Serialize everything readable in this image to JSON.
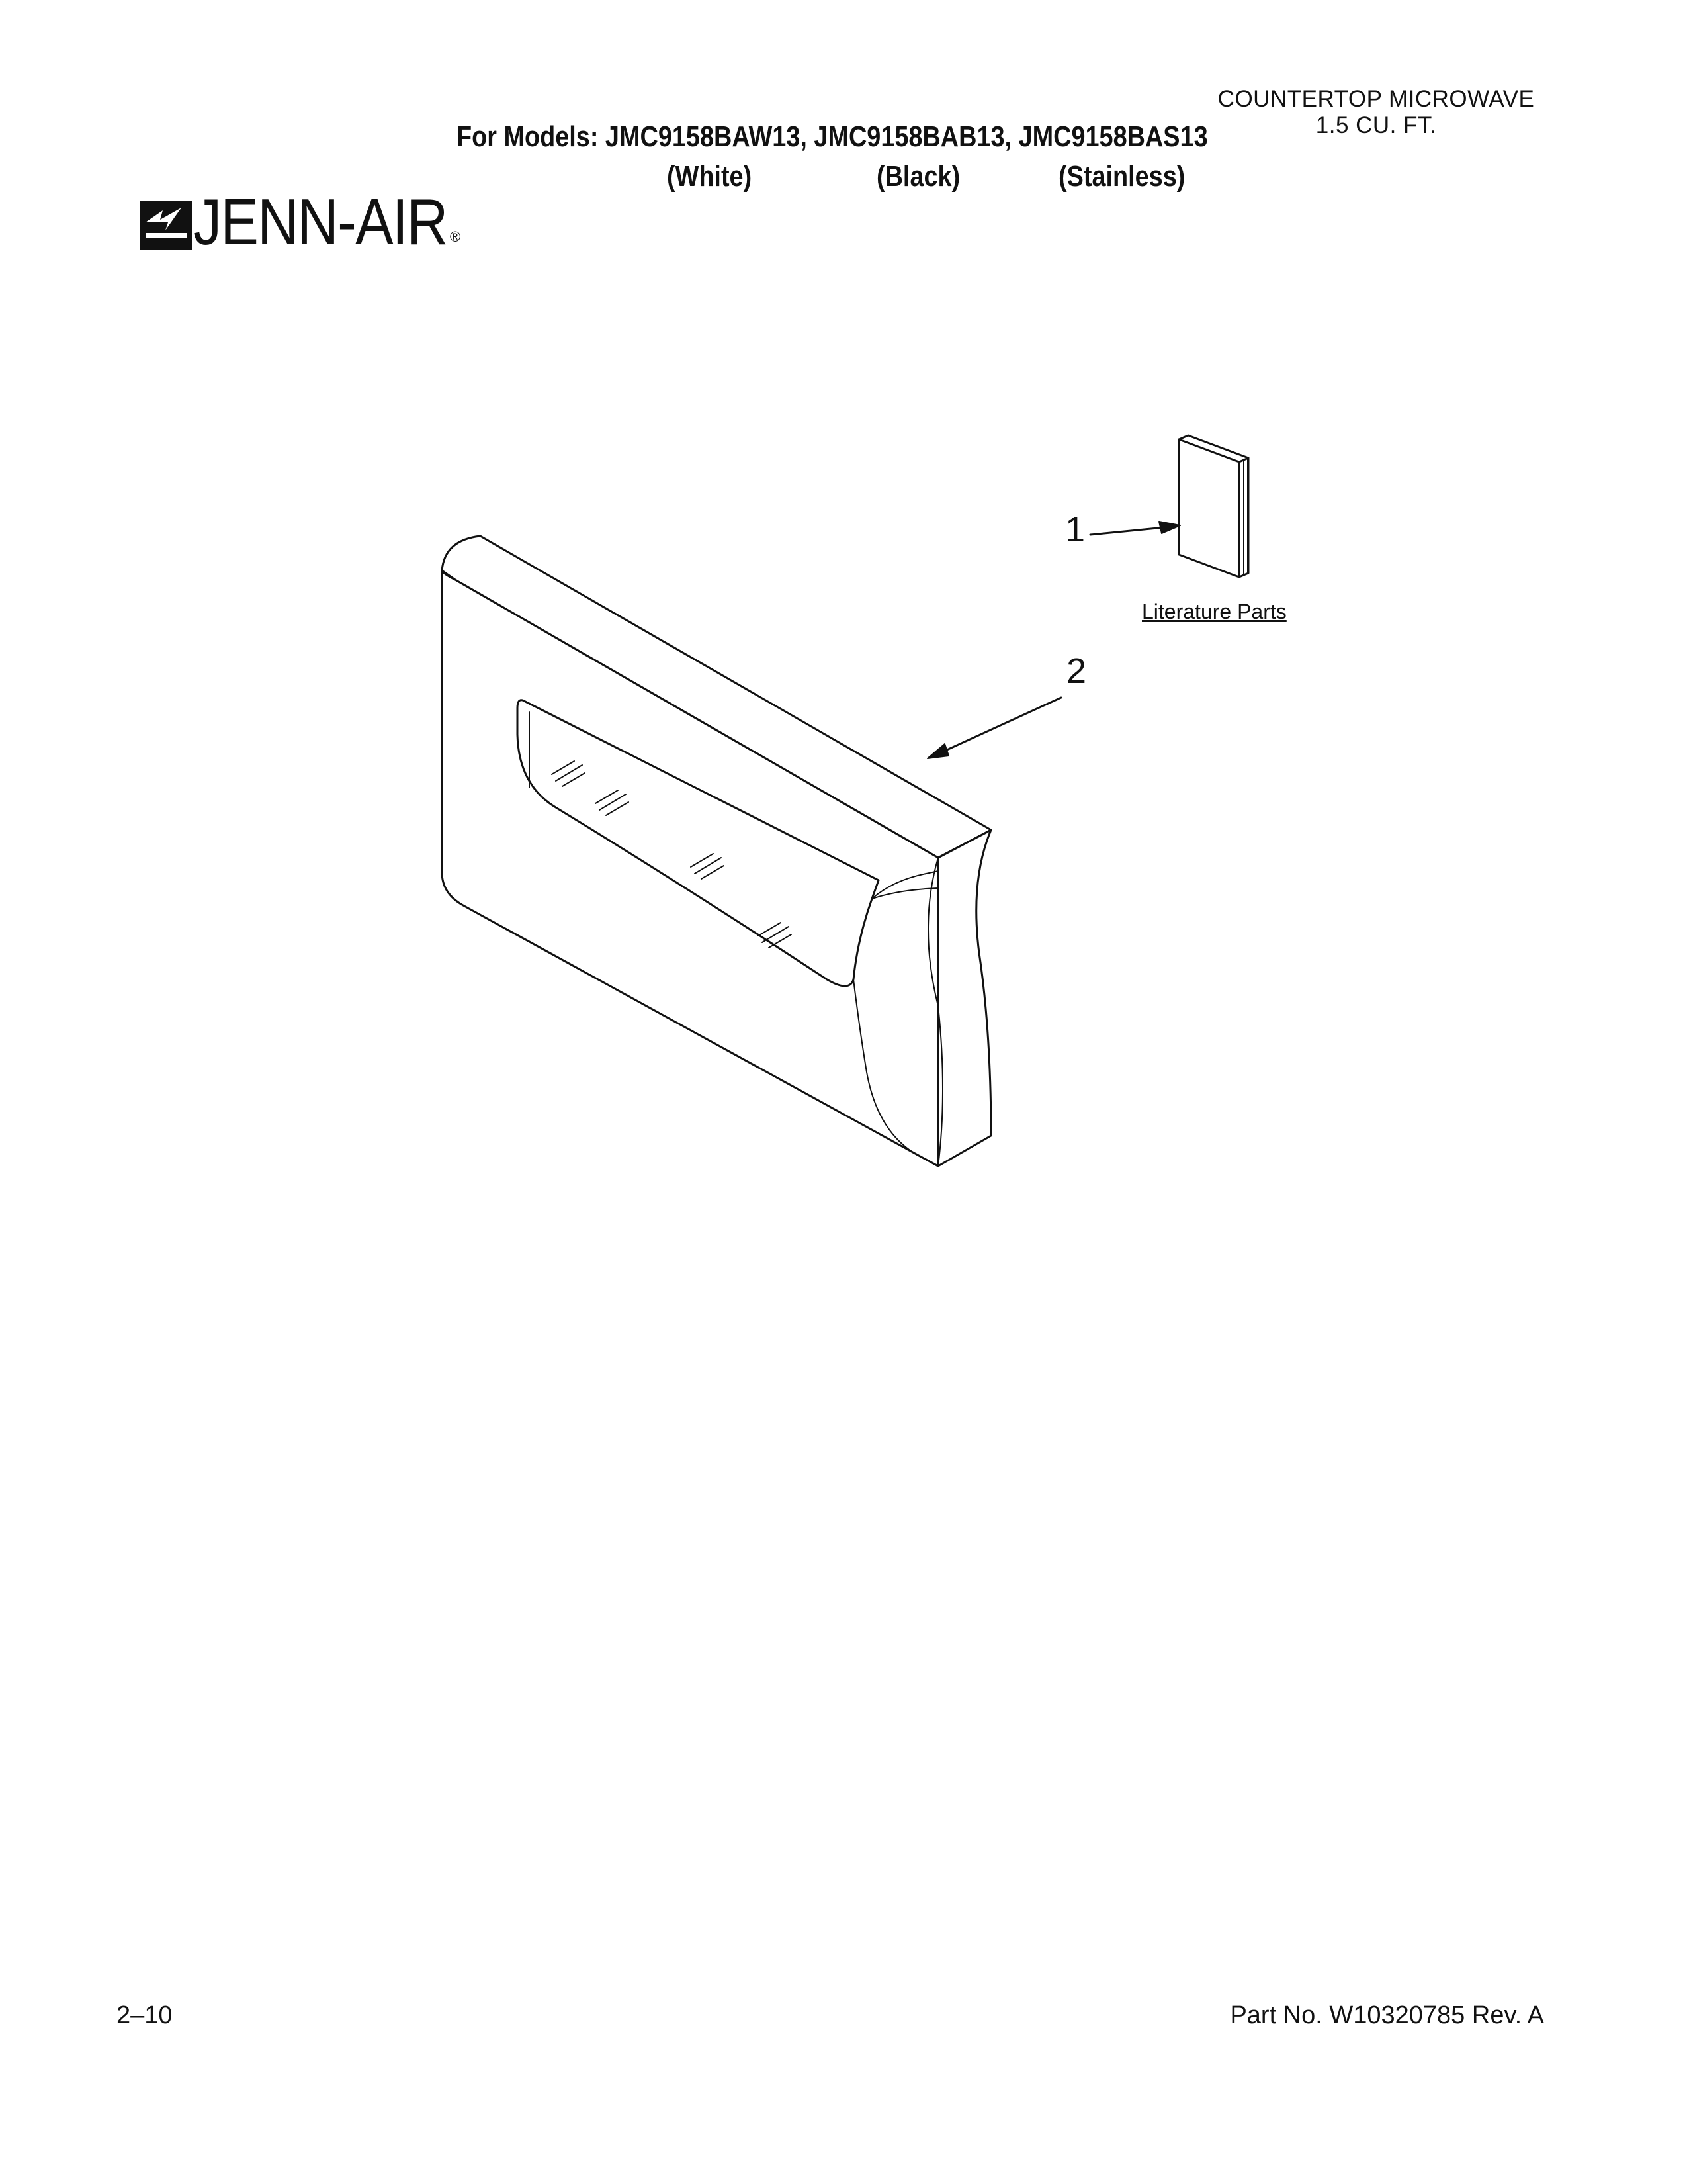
{
  "header": {
    "product_line1": "COUNTERTOP MICROWAVE",
    "product_line2": "1.5 CU. FT.",
    "models": "For Models: JMC9158BAW13, JMC9158BAB13, JMC9158BAS13",
    "finishes": [
      "(White)",
      "(Black)",
      "(Stainless)"
    ]
  },
  "brand": {
    "name": "JENN-AIR",
    "reg_mark": "®"
  },
  "callouts": {
    "item1": "1",
    "item2": "2",
    "literature_label": "Literature Parts"
  },
  "footer": {
    "page": "2–10",
    "part_no": "Part No. W10320785 Rev. A"
  },
  "colors": {
    "ink": "#111111",
    "background": "#ffffff"
  },
  "icons": [
    "jenn-air-logo-icon",
    "door-assembly-drawing",
    "literature-booklet-drawing",
    "arrow-icon"
  ]
}
